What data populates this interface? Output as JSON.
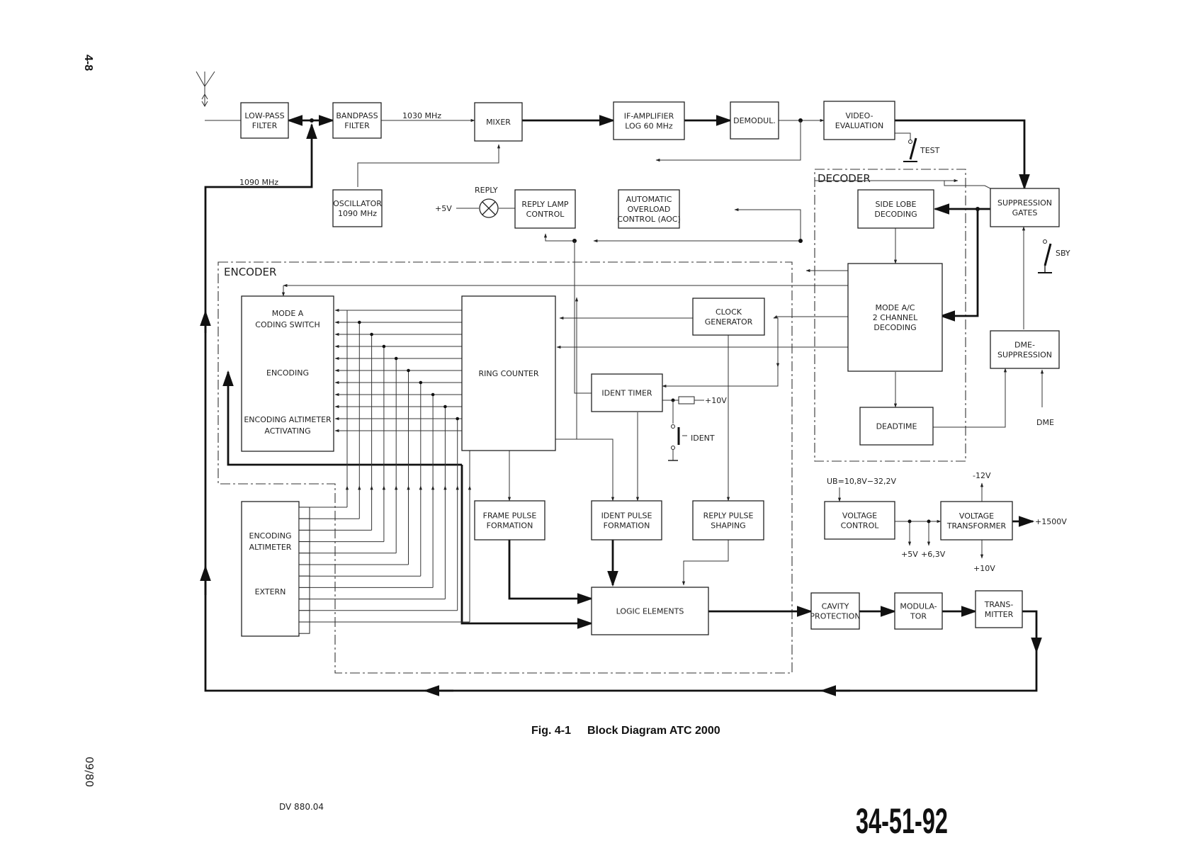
{
  "page_number": "4-8",
  "date_code": "09/80",
  "doc_number": "DV 880.04",
  "part_number": "34-51-92",
  "caption": {
    "fig": "Fig. 4-1",
    "title": "Block Diagram ATC 2000"
  },
  "sections": {
    "encoder": "ENCODER",
    "decoder": "DECODER"
  },
  "blocks": {
    "low_pass_filter": [
      "LOW-PASS",
      "FILTER"
    ],
    "bandpass_filter": [
      "BANDPASS",
      "FILTER"
    ],
    "mixer": [
      "MIXER"
    ],
    "if_amplifier": [
      "IF-AMPLIFIER",
      "LOG    60 MHz"
    ],
    "demodul": [
      "DEMODUL."
    ],
    "video_evaluation": [
      "VIDEO-",
      "EVALUATION"
    ],
    "oscillator": [
      "OSCILLATOR",
      "1090 MHz"
    ],
    "reply_lamp_control": [
      "REPLY LAMP",
      "CONTROL"
    ],
    "aoc": [
      "AUTOMATIC",
      "OVERLOAD",
      "CONTROL (AOC)"
    ],
    "side_lobe_decoding": [
      "SIDE LOBE",
      "DECODING"
    ],
    "suppression_gates": [
      "SUPPRESSION",
      "GATES"
    ],
    "mode_a_coding_switch": [
      "MODE  A",
      "CODING  SWITCH"
    ],
    "encoding": [
      "ENCODING"
    ],
    "encoding_altimeter_activating": [
      "ENCODING ALTIMETER",
      "ACTIVATING"
    ],
    "ring_counter": [
      "RING  COUNTER"
    ],
    "clock_generator": [
      "CLOCK",
      "GENERATOR"
    ],
    "mode_ac_decoding": [
      "MODE  A/C",
      "2 CHANNEL",
      "DECODING"
    ],
    "dme_suppression": [
      "DME-",
      "SUPPRESSION"
    ],
    "ident_timer": [
      "IDENT  TIMER"
    ],
    "deadtime": [
      "DEADTIME"
    ],
    "encoding_altimeter_extern": [
      "ENCODING",
      "ALTIMETER",
      "",
      "",
      "EXTERN"
    ],
    "frame_pulse_formation": [
      "FRAME  PULSE",
      "FORMATION"
    ],
    "ident_pulse_formation": [
      "IDENT  PULSE",
      "FORMATION"
    ],
    "reply_pulse_shaping": [
      "REPLY  PULSE",
      "SHAPING"
    ],
    "logic_elements": [
      "LOGIC  ELEMENTS"
    ],
    "voltage_control": [
      "VOLTAGE",
      "CONTROL"
    ],
    "voltage_transformer": [
      "VOLTAGE",
      "TRANSFORMER"
    ],
    "cavity_protection": [
      "CAVITY",
      "PROTECTION"
    ],
    "modulator": [
      "MODULA-",
      "TOR"
    ],
    "transmitter": [
      "TRANS-",
      "MITTER"
    ]
  },
  "labels": {
    "freq_1030": "1030 MHz",
    "freq_1090": "1090 MHz",
    "reply": "REPLY",
    "plus5v": "+5V",
    "test": "TEST",
    "sby": "SBY",
    "dme": "DME",
    "plus10v_ident": "+10V",
    "ident": "IDENT",
    "ub": "UB=10,8V−32,2V",
    "minus12v": "-12V",
    "plus1500v": "+1500V",
    "plus5v_out": "+5V",
    "plus63v_out": "+6,3V",
    "plus10v_out": "+10V"
  }
}
